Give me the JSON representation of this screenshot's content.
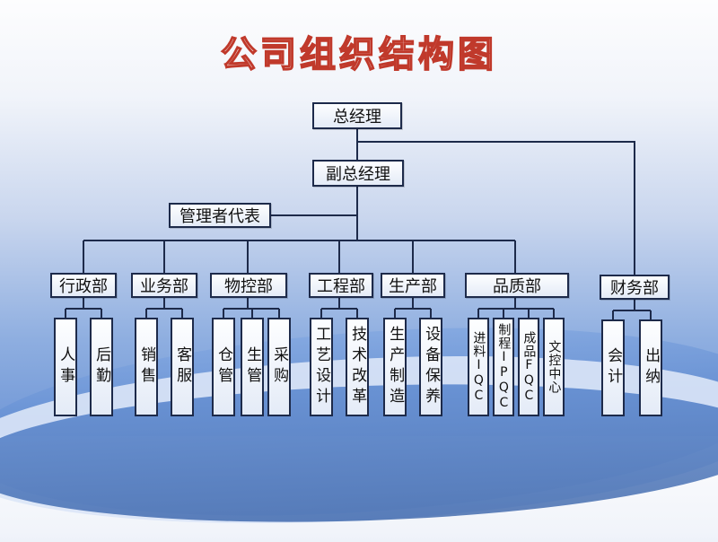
{
  "title": "公司组织结构图",
  "ceo": "总经理",
  "deputy": "副总经理",
  "mgmt_rep": "管理者代表",
  "departments": [
    {
      "name": "行政部",
      "units": [
        "人事",
        "后勤"
      ]
    },
    {
      "name": "业务部",
      "units": [
        "销售",
        "客服"
      ]
    },
    {
      "name": "物控部",
      "units": [
        "仓管",
        "生管",
        "采购"
      ]
    },
    {
      "name": "工程部",
      "units": [
        "工艺设计",
        "技术改革"
      ]
    },
    {
      "name": "生产部",
      "units": [
        "生产制造",
        "设备保养"
      ]
    },
    {
      "name": "品质部",
      "units": [
        "进料IQC",
        "制程IPQC",
        "成品FQC",
        "文控中心"
      ]
    },
    {
      "name": "财务部",
      "units": [
        "会计",
        "出纳"
      ]
    }
  ],
  "colors": {
    "title_stroke": "#c0392b",
    "line": "#1d2a4a"
  }
}
